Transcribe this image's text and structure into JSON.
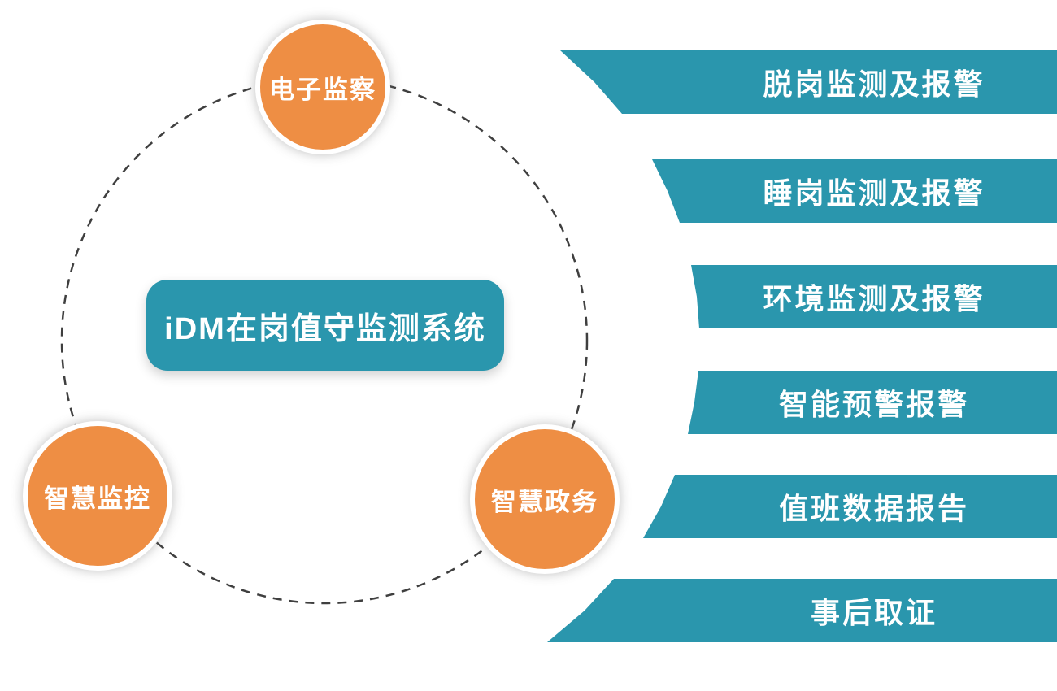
{
  "colors": {
    "teal": "#2A96AD",
    "orange": "#EE8E44",
    "dash": "#3F3F3F",
    "background": "#FFFFFF",
    "label_text": "#FFFFFF"
  },
  "center_pill": {
    "label": "iDM在岗值守监测系统"
  },
  "orbit_nodes": [
    {
      "label": "电子监察"
    },
    {
      "label": "智慧监控"
    },
    {
      "label": "智慧政务"
    }
  ],
  "feature_ribbons": [
    {
      "label": "脱岗监测及报警"
    },
    {
      "label": "睡岗监测及报警"
    },
    {
      "label": "环境监测及报警"
    },
    {
      "label": "智能预警报警"
    },
    {
      "label": "值班数据报告"
    },
    {
      "label": "事后取证"
    }
  ]
}
